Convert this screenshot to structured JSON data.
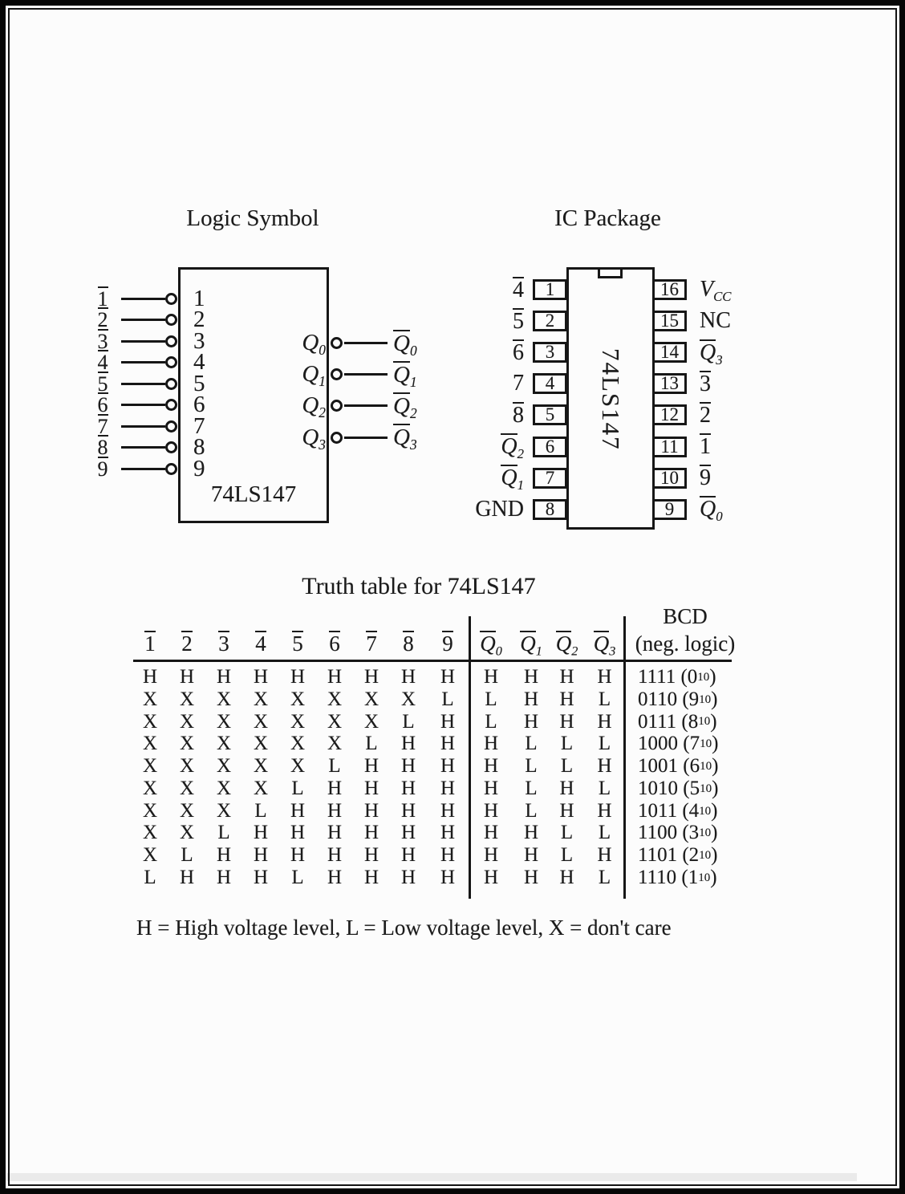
{
  "logic_symbol": {
    "title": "Logic Symbol",
    "chip_label": "74LS147",
    "inputs": [
      {
        "ext": {
          "base": "1",
          "ov": true
        },
        "pin": "1"
      },
      {
        "ext": {
          "base": "2",
          "ov": true
        },
        "pin": "2"
      },
      {
        "ext": {
          "base": "3",
          "ov": true
        },
        "pin": "3"
      },
      {
        "ext": {
          "base": "4",
          "ov": true
        },
        "pin": "4"
      },
      {
        "ext": {
          "base": "5",
          "ov": true
        },
        "pin": "5"
      },
      {
        "ext": {
          "base": "6",
          "ov": true
        },
        "pin": "6"
      },
      {
        "ext": {
          "base": "7",
          "ov": true
        },
        "pin": "7"
      },
      {
        "ext": {
          "base": "8",
          "ov": true
        },
        "pin": "8"
      },
      {
        "ext": {
          "base": "9",
          "ov": true
        },
        "pin": "9"
      }
    ],
    "outputs": [
      {
        "int": {
          "base": "Q",
          "italic": true,
          "sub": "0"
        },
        "ext": {
          "base": "Q",
          "italic": true,
          "ov": true,
          "sub": "0"
        }
      },
      {
        "int": {
          "base": "Q",
          "italic": true,
          "sub": "1"
        },
        "ext": {
          "base": "Q",
          "italic": true,
          "ov": true,
          "sub": "1"
        }
      },
      {
        "int": {
          "base": "Q",
          "italic": true,
          "sub": "2"
        },
        "ext": {
          "base": "Q",
          "italic": true,
          "ov": true,
          "sub": "2"
        }
      },
      {
        "int": {
          "base": "Q",
          "italic": true,
          "sub": "3"
        },
        "ext": {
          "base": "Q",
          "italic": true,
          "ov": true,
          "sub": "3"
        }
      }
    ]
  },
  "ic_package": {
    "title": "IC Package",
    "chip_label": "74LS147",
    "left_pins": [
      {
        "num": "1",
        "label": {
          "base": "4",
          "ov": true
        }
      },
      {
        "num": "2",
        "label": {
          "base": "5",
          "ov": true
        }
      },
      {
        "num": "3",
        "label": {
          "base": "6",
          "ov": true
        }
      },
      {
        "num": "4",
        "label": {
          "base": "7"
        }
      },
      {
        "num": "5",
        "label": {
          "base": "8",
          "ov": true
        }
      },
      {
        "num": "6",
        "label": {
          "base": "Q",
          "italic": true,
          "ov": true,
          "sub": "2"
        }
      },
      {
        "num": "7",
        "label": {
          "base": "Q",
          "italic": true,
          "ov": true,
          "sub": "1"
        }
      },
      {
        "num": "8",
        "label": {
          "base": "GND"
        }
      }
    ],
    "right_pins": [
      {
        "num": "16",
        "label": {
          "base": "V",
          "italic": true,
          "sub": "CC"
        }
      },
      {
        "num": "15",
        "label": {
          "base": "NC"
        }
      },
      {
        "num": "14",
        "label": {
          "base": "Q",
          "italic": true,
          "ov": true,
          "sub": "3"
        }
      },
      {
        "num": "13",
        "label": {
          "base": "3",
          "ov": true
        }
      },
      {
        "num": "12",
        "label": {
          "base": "2",
          "ov": true
        }
      },
      {
        "num": "11",
        "label": {
          "base": "1",
          "ov": true
        }
      },
      {
        "num": "10",
        "label": {
          "base": "9",
          "ov": true
        }
      },
      {
        "num": "9",
        "label": {
          "base": "Q",
          "italic": true,
          "ov": true,
          "sub": "0"
        }
      }
    ]
  },
  "truth_table": {
    "title": "Truth table for 74LS147",
    "bcd_header": {
      "line1": "BCD",
      "line2": "(neg. logic)"
    },
    "input_headers": [
      {
        "base": "1",
        "ov": true
      },
      {
        "base": "2",
        "ov": true
      },
      {
        "base": "3",
        "ov": true
      },
      {
        "base": "4",
        "ov": true
      },
      {
        "base": "5",
        "ov": true
      },
      {
        "base": "6",
        "ov": true
      },
      {
        "base": "7",
        "ov": true
      },
      {
        "base": "8",
        "ov": true
      },
      {
        "base": "9",
        "ov": true
      }
    ],
    "output_headers": [
      {
        "base": "Q",
        "italic": true,
        "ov": true,
        "sub": "0"
      },
      {
        "base": "Q",
        "italic": true,
        "ov": true,
        "sub": "1"
      },
      {
        "base": "Q",
        "italic": true,
        "ov": true,
        "sub": "2"
      },
      {
        "base": "Q",
        "italic": true,
        "ov": true,
        "sub": "3"
      }
    ],
    "dec_subscript": "10",
    "rows": [
      {
        "inputs": [
          "H",
          "H",
          "H",
          "H",
          "H",
          "H",
          "H",
          "H",
          "H"
        ],
        "outputs": [
          "H",
          "H",
          "H",
          "H"
        ],
        "bcd": "1111",
        "dec": "0"
      },
      {
        "inputs": [
          "X",
          "X",
          "X",
          "X",
          "X",
          "X",
          "X",
          "X",
          "L"
        ],
        "outputs": [
          "L",
          "H",
          "H",
          "L"
        ],
        "bcd": "0110",
        "dec": "9"
      },
      {
        "inputs": [
          "X",
          "X",
          "X",
          "X",
          "X",
          "X",
          "X",
          "L",
          "H"
        ],
        "outputs": [
          "L",
          "H",
          "H",
          "H"
        ],
        "bcd": "0111",
        "dec": "8"
      },
      {
        "inputs": [
          "X",
          "X",
          "X",
          "X",
          "X",
          "X",
          "L",
          "H",
          "H"
        ],
        "outputs": [
          "H",
          "L",
          "L",
          "L"
        ],
        "bcd": "1000",
        "dec": "7"
      },
      {
        "inputs": [
          "X",
          "X",
          "X",
          "X",
          "X",
          "L",
          "H",
          "H",
          "H"
        ],
        "outputs": [
          "H",
          "L",
          "L",
          "H"
        ],
        "bcd": "1001",
        "dec": "6"
      },
      {
        "inputs": [
          "X",
          "X",
          "X",
          "X",
          "L",
          "H",
          "H",
          "H",
          "H"
        ],
        "outputs": [
          "H",
          "L",
          "H",
          "L"
        ],
        "bcd": "1010",
        "dec": "5"
      },
      {
        "inputs": [
          "X",
          "X",
          "X",
          "L",
          "H",
          "H",
          "H",
          "H",
          "H"
        ],
        "outputs": [
          "H",
          "L",
          "H",
          "H"
        ],
        "bcd": "1011",
        "dec": "4"
      },
      {
        "inputs": [
          "X",
          "X",
          "L",
          "H",
          "H",
          "H",
          "H",
          "H",
          "H"
        ],
        "outputs": [
          "H",
          "H",
          "L",
          "L"
        ],
        "bcd": "1100",
        "dec": "3"
      },
      {
        "inputs": [
          "X",
          "L",
          "H",
          "H",
          "H",
          "H",
          "H",
          "H",
          "H"
        ],
        "outputs": [
          "H",
          "H",
          "L",
          "H"
        ],
        "bcd": "1101",
        "dec": "2"
      },
      {
        "inputs": [
          "L",
          "H",
          "H",
          "H",
          "L",
          "H",
          "H",
          "H",
          "H"
        ],
        "outputs": [
          "H",
          "H",
          "H",
          "L"
        ],
        "bcd": "1110",
        "dec": "1"
      }
    ],
    "legend": "H = High voltage level, L = Low voltage level, X = don't care"
  }
}
